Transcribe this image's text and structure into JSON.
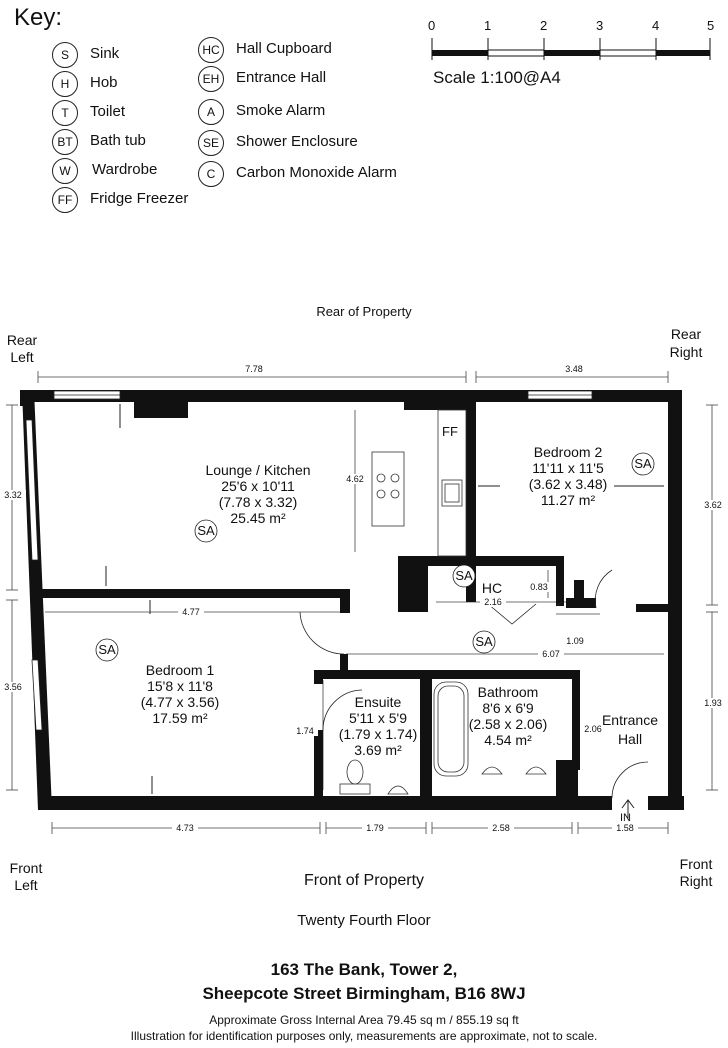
{
  "key": {
    "title": "Key:",
    "items": [
      {
        "code": "S",
        "label": "Sink"
      },
      {
        "code": "H",
        "label": "Hob"
      },
      {
        "code": "T",
        "label": "Toilet"
      },
      {
        "code": "BT",
        "label": "Bath tub"
      },
      {
        "code": "W",
        "label": "Wardrobe"
      },
      {
        "code": "FF",
        "label": "Fridge Freezer"
      },
      {
        "code": "HC",
        "label": "Hall Cupboard"
      },
      {
        "code": "EH",
        "label": "Entrance Hall"
      },
      {
        "code": "A",
        "label": "Smoke Alarm"
      },
      {
        "code": "SE",
        "label": "Shower Enclosure"
      },
      {
        "code": "C",
        "label": "Carbon Monoxide Alarm"
      }
    ]
  },
  "scale": {
    "ticks": [
      "0",
      "1",
      "2",
      "3",
      "4",
      "5"
    ],
    "label": "Scale 1:100@A4"
  },
  "orientation": {
    "rear": "Rear of Property",
    "rear_left": "Rear\nLeft",
    "rear_right": "Rear\nRight",
    "front": "Front of Property",
    "front_left": "Front\nLeft",
    "front_right": "Front\nRight"
  },
  "rooms": {
    "lounge": {
      "name": "Lounge / Kitchen",
      "imperial": "25'6 x 10'11",
      "metric": "(7.78 x 3.32)",
      "area": "25.45 m²"
    },
    "bedroom2": {
      "name": "Bedroom 2",
      "imperial": "11'11 x 11'5",
      "metric": "(3.62 x 3.48)",
      "area": "11.27 m²"
    },
    "bedroom1": {
      "name": "Bedroom 1",
      "imperial": "15'8 x 11'8",
      "metric": "(4.77 x 3.56)",
      "area": "17.59 m²"
    },
    "ensuite": {
      "name": "Ensuite",
      "imperial": "5'11 x 5'9",
      "metric": "(1.79 x 1.74)",
      "area": "3.69 m²"
    },
    "bathroom": {
      "name": "Bathroom",
      "imperial": "8'6 x 6'9",
      "metric": "(2.58 x 2.06)",
      "area": "4.54 m²"
    },
    "entrance": {
      "name": "Entrance\nHall"
    },
    "hc": {
      "name": "HC"
    }
  },
  "fixtures": {
    "sa": "SA",
    "ff": "FF",
    "in": "IN"
  },
  "dimensions": {
    "top_left": "7.78",
    "top_right": "3.48",
    "left_upper": "3.32",
    "left_lower": "3.56",
    "right_upper": "3.62",
    "right_lower": "1.93",
    "bottom_1": "4.73",
    "bottom_2": "1.79",
    "bottom_3": "2.58",
    "bottom_4": "1.58",
    "inner_477": "4.77",
    "inner_607": "6.07",
    "inner_216": "2.16",
    "inner_083": "0.83",
    "inner_109": "1.09",
    "inner_462": "4.62",
    "inner_174": "1.74",
    "inner_206": "2.06"
  },
  "footer": {
    "floor": "Twenty Fourth  Floor",
    "address1": "163 The Bank, Tower 2,",
    "address2": "Sheepcote Street Birmingham, B16 8WJ",
    "area": "Approximate Gross Internal Area 79.45 sq m / 855.19 sq ft",
    "disclaimer": "Illustration for identification purposes only, measurements are approximate, not to scale."
  }
}
